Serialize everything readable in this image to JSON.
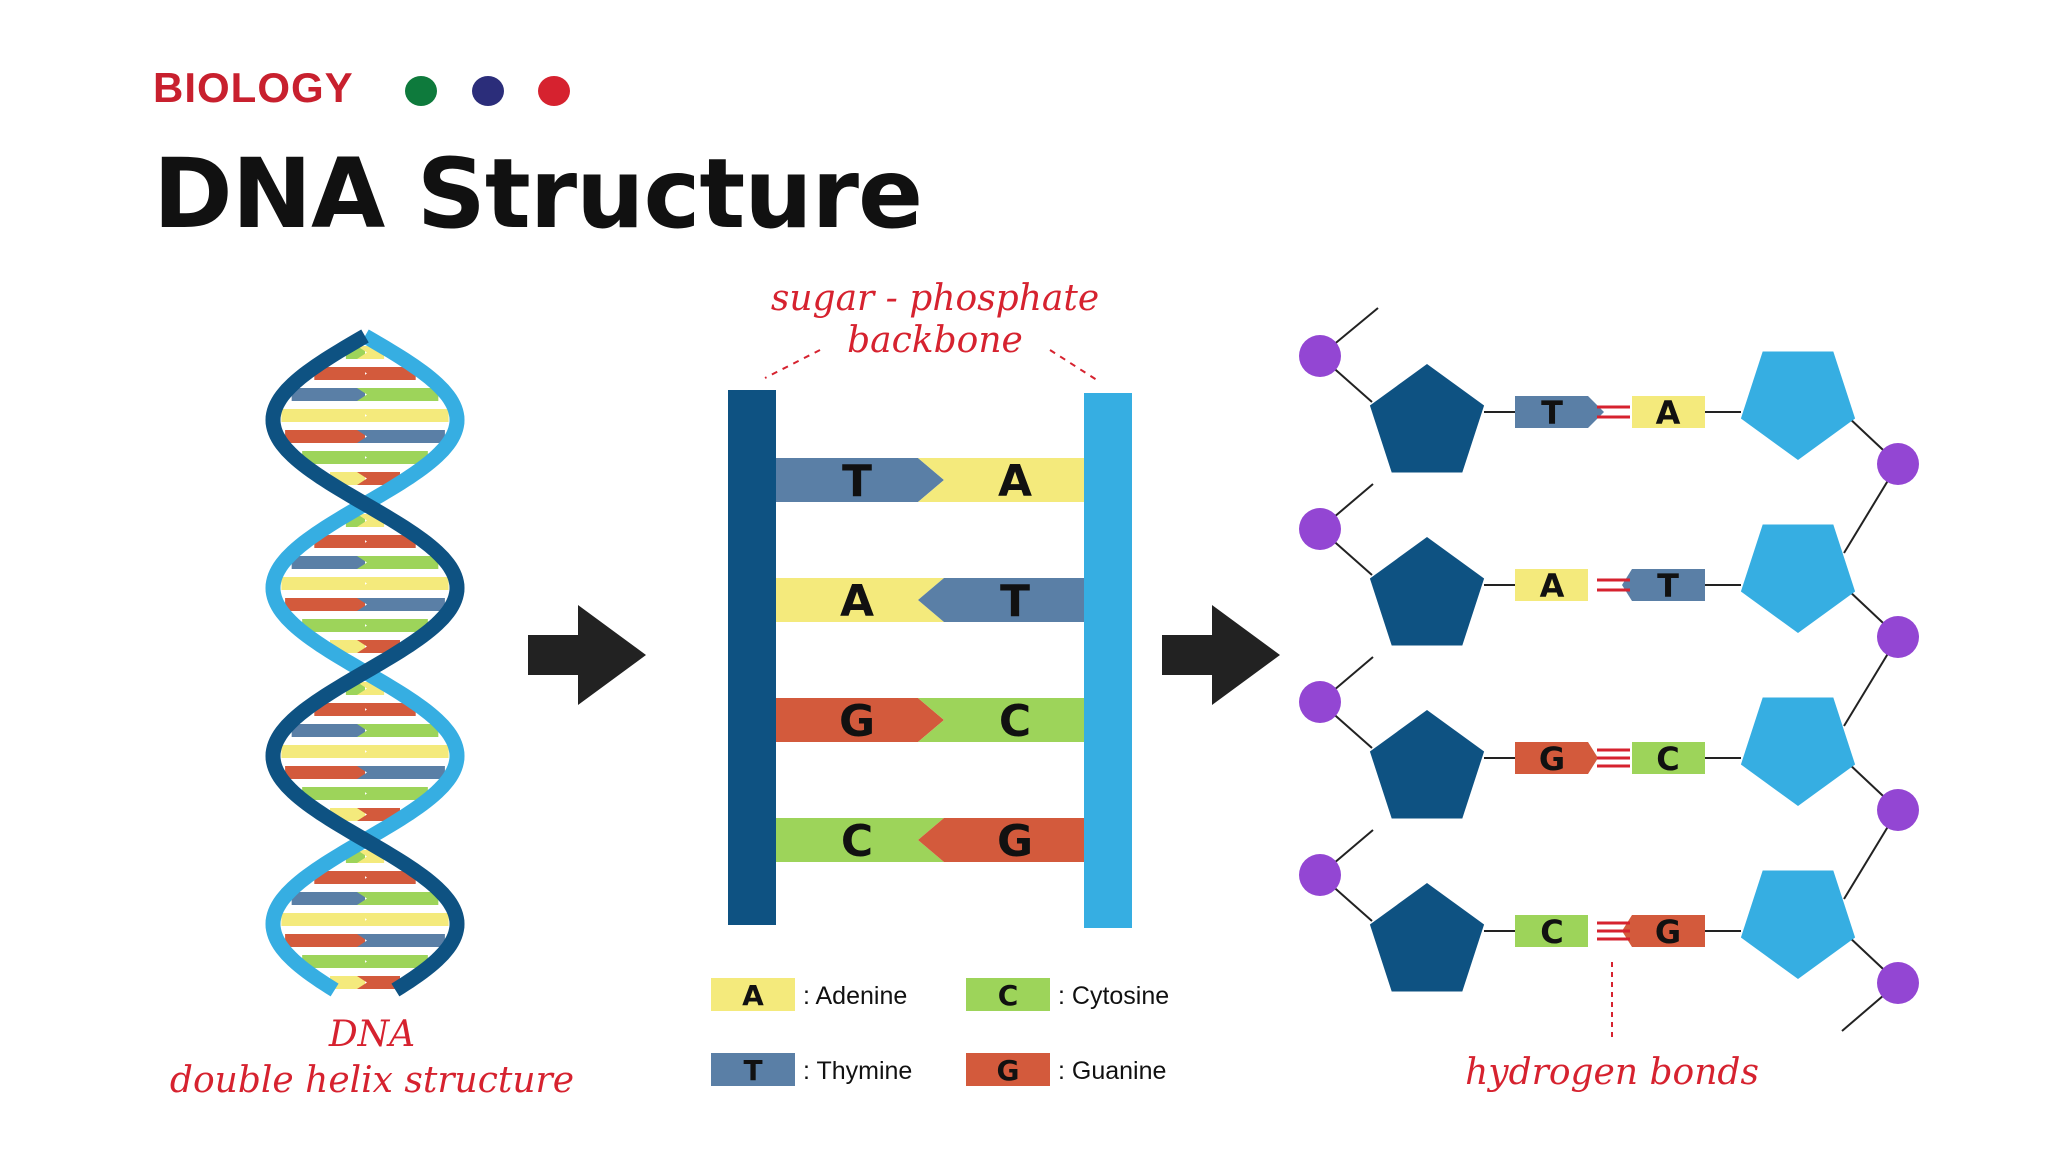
{
  "header": {
    "subject": "BIOLOGY",
    "title": "DNA Structure",
    "dot_colors": [
      "#0e7a3c",
      "#2b2d7a",
      "#d6222f"
    ]
  },
  "labels": {
    "backbone_line1": "sugar - phosphate",
    "backbone_line2": "backbone",
    "helix_line1": "DNA",
    "helix_line2": "double helix structure",
    "hydrogen_bonds": "hydrogen bonds"
  },
  "colors": {
    "adenine": "#f4ea7c",
    "thymine": "#5a7fa6",
    "guanine": "#d35a3c",
    "cytosine": "#9dd45a",
    "dark_strand": "#0e5282",
    "light_strand": "#36aee2",
    "phosphate": "#9346d3",
    "hydrogen_bond": "#d6222f",
    "arrow": "#222222"
  },
  "ladder_pairs": [
    {
      "left": "T",
      "right": "A"
    },
    {
      "left": "A",
      "right": "T"
    },
    {
      "left": "G",
      "right": "C"
    },
    {
      "left": "C",
      "right": "G"
    }
  ],
  "molecular_pairs": [
    {
      "left": "T",
      "right": "A",
      "bonds": 2
    },
    {
      "left": "A",
      "right": "T",
      "bonds": 2
    },
    {
      "left": "G",
      "right": "C",
      "bonds": 3
    },
    {
      "left": "C",
      "right": "G",
      "bonds": 3
    }
  ],
  "legend": [
    {
      "letter": "A",
      "name": ": Adenine"
    },
    {
      "letter": "C",
      "name": ": Cytosine"
    },
    {
      "letter": "T",
      "name": ": Thymine"
    },
    {
      "letter": "G",
      "name": ": Guanine"
    }
  ]
}
